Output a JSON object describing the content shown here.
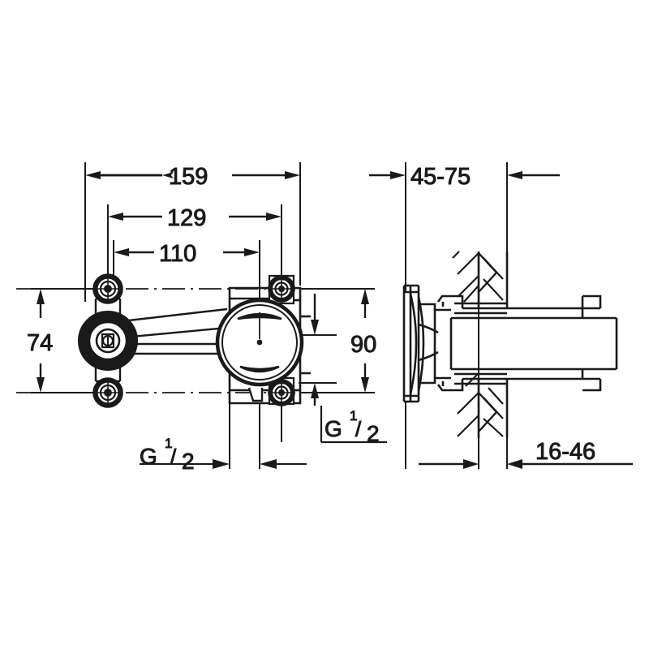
{
  "drawing": {
    "title": "Concealed wall-mounted valve body installation drawing",
    "background_color": "#ffffff",
    "line_color": "#1a1a1a",
    "views": [
      {
        "name": "front-view",
        "description": "Front elevation of concealed valve body with two mounting bosses and central valve cartridge"
      },
      {
        "name": "section-view",
        "description": "Side section view through wall showing escutcheon plate, wall hatching and outlet body"
      }
    ]
  },
  "dimensions": {
    "overall_width": "159",
    "mounting_width": "129",
    "inlet_spacing": "110",
    "inlet_height": "74",
    "body_height": "90",
    "wall_depth_range": "45-75",
    "finish_thickness_range": "16-46",
    "thread_left": {
      "symbol": "G",
      "numerator": "1",
      "slash": "/",
      "denominator": "2"
    },
    "thread_right": {
      "symbol": "G",
      "numerator": "1",
      "slash": "/",
      "denominator": "2"
    }
  },
  "labels": {
    "dim_159": "159",
    "dim_129": "129",
    "dim_110": "110",
    "dim_74": "74",
    "dim_90": "90",
    "dim_45_75": "45-75",
    "dim_16_46": "16-46",
    "thread_g": "G",
    "thread_one": "1",
    "thread_slash": "/",
    "thread_two": "2"
  }
}
